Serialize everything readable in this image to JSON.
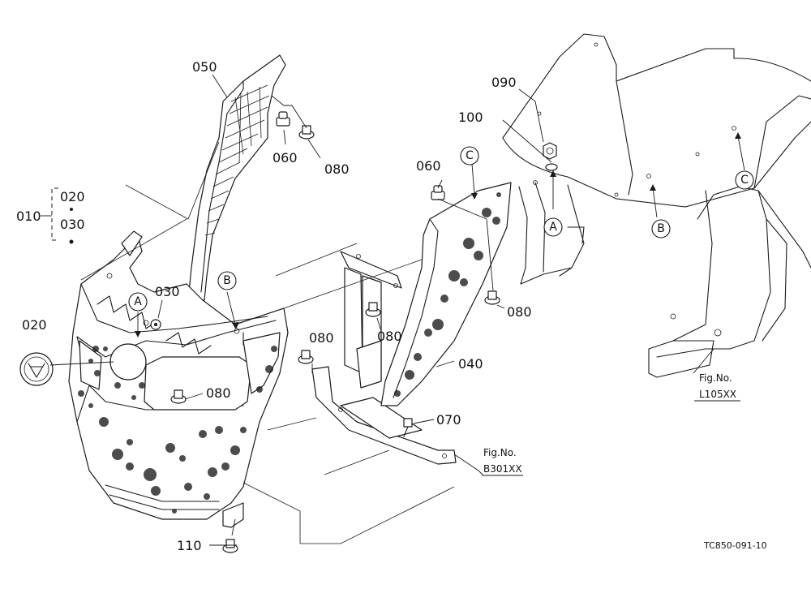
{
  "part_labels": {
    "p010": "010",
    "p020_group": "020",
    "p030_group": "030",
    "p020": "020",
    "p030": "030",
    "p040": "040",
    "p050": "050",
    "p060_a": "060",
    "p060_b": "060",
    "p070": "070",
    "p080_a": "080",
    "p080_b": "080",
    "p080_c": "080",
    "p080_d": "080",
    "p080_e": "080",
    "p090": "090",
    "p100": "100",
    "p110": "110"
  },
  "callouts": {
    "a1": "A",
    "a2": "A",
    "b1": "B",
    "b2": "B",
    "c1": "C",
    "c2": "C"
  },
  "fig_refs": {
    "ref1_line1": "Fig.No.",
    "ref1_line2": "B301XX",
    "ref2_line1": "Fig.No.",
    "ref2_line2": "L105XX"
  },
  "diagram_code": "TC850-091-10"
}
